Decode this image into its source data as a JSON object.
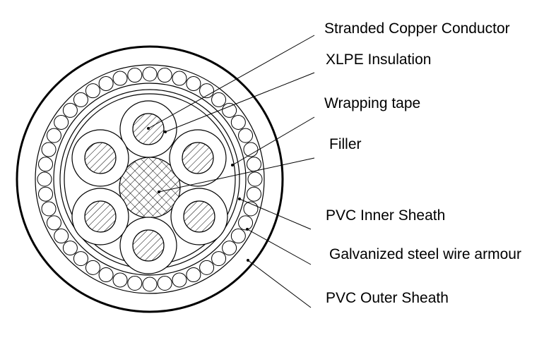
{
  "labels": {
    "conductor": "Stranded Copper Conductor",
    "insulation": "XLPE Insulation",
    "tape": "Wrapping tape",
    "filler": "Filler",
    "inner_sheath": "PVC Inner Sheath",
    "armour": "Galvanized steel wire armour",
    "outer_sheath": "PVC Outer Sheath"
  },
  "colors": {
    "line": "#000000",
    "background": "#ffffff"
  }
}
